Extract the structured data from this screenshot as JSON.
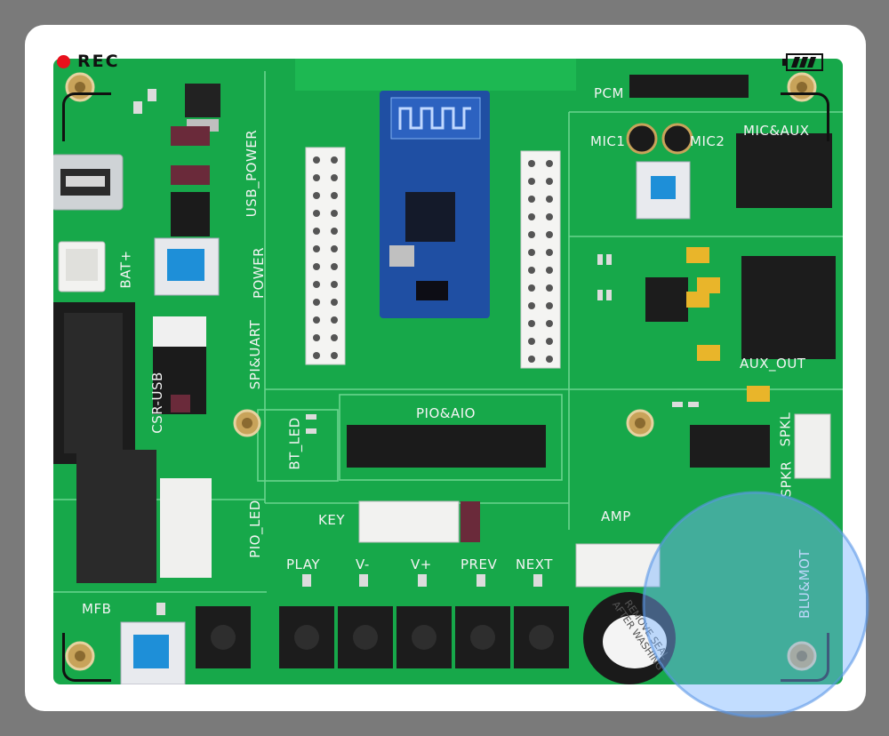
{
  "overlay": {
    "rec_label": "REC"
  },
  "board": {
    "labels": {
      "usb_power": "USB_POWER",
      "power": "POWER",
      "bat": "BAT+",
      "spi_uart": "SPI&UART",
      "csr_usb": "CSR-USB",
      "pio_led": "PIO_LED",
      "bt_led": "BT_LED",
      "mfb": "MFB",
      "pcm": "PCM",
      "mic1": "MIC1",
      "mic2": "MIC2",
      "mic_aux": "MIC&AUX",
      "aux_out": "AUX_OUT",
      "pio_aio": "PIO&AIO",
      "key": "KEY",
      "play": "PLAY",
      "vminus": "V-",
      "vplus": "V+",
      "prev": "PREV",
      "next": "NEXT",
      "amp": "AMP",
      "spkl": "SPKL",
      "spkr": "SPKR",
      "blu_mot": "BLU&MOT"
    },
    "buzzer_sticker": "REMOVE SEAL AFTER WASHING"
  },
  "colors": {
    "pcb": "#17a84a",
    "module": "#1f4fa3",
    "rec_dot": "#e8101c"
  }
}
